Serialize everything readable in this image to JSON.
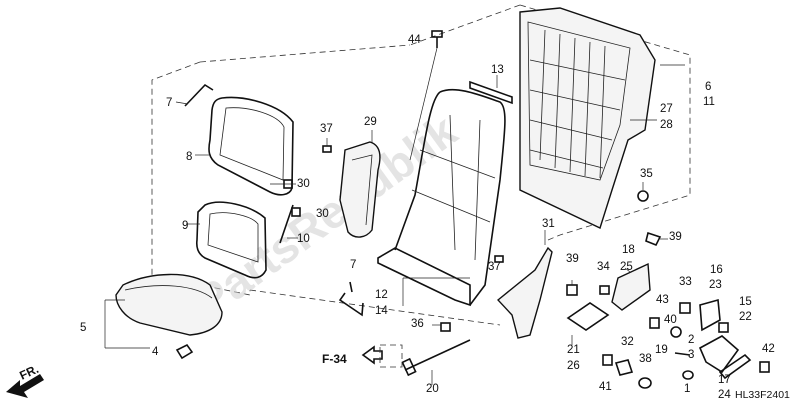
{
  "watermark": "PartsRepublik",
  "diagram_code": "HL33F2401",
  "front_marker": "FR.",
  "ref_marker": "F-34",
  "callouts": [
    "44",
    "13",
    "6",
    "11",
    "27",
    "28",
    "7",
    "37",
    "29",
    "8",
    "30",
    "30",
    "9",
    "10",
    "35",
    "31",
    "39",
    "18",
    "25",
    "7",
    "39",
    "34",
    "16",
    "23",
    "12",
    "14",
    "37",
    "43",
    "33",
    "15",
    "22",
    "5",
    "36",
    "40",
    "19",
    "2",
    "3",
    "4",
    "21",
    "26",
    "32",
    "41",
    "38",
    "17",
    "24",
    "42",
    "1",
    "20"
  ]
}
